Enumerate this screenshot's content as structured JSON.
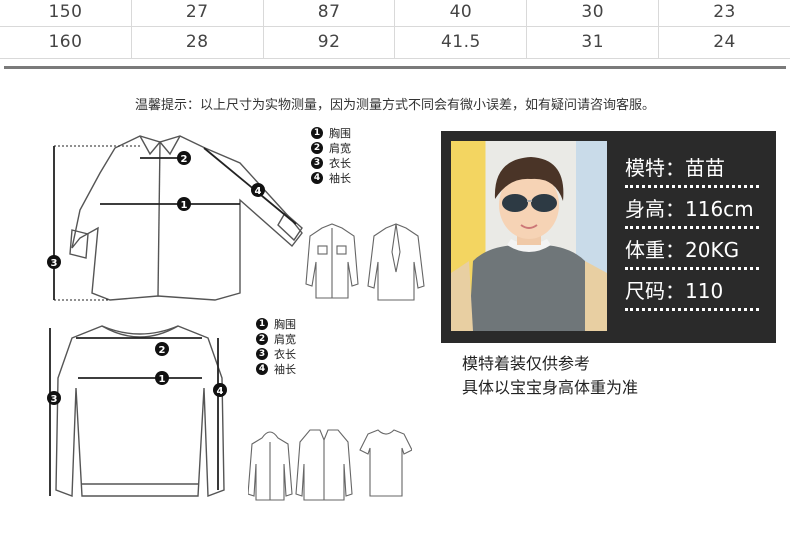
{
  "size_table": {
    "rows": [
      [
        "150",
        "27",
        "87",
        "40",
        "30",
        "23"
      ],
      [
        "160",
        "28",
        "92",
        "41.5",
        "31",
        "24"
      ]
    ]
  },
  "tip": "温馨提示：以上尺寸为实物测量，因为测量方式不同会有微小误差，如有疑问请咨询客服。",
  "legend_top": [
    {
      "num": "1",
      "label": "胸围"
    },
    {
      "num": "2",
      "label": "肩宽"
    },
    {
      "num": "3",
      "label": "衣长"
    },
    {
      "num": "4",
      "label": "袖长"
    }
  ],
  "legend_bottom": [
    {
      "num": "1",
      "label": "胸围"
    },
    {
      "num": "2",
      "label": "肩宽"
    },
    {
      "num": "3",
      "label": "衣长"
    },
    {
      "num": "4",
      "label": "袖长"
    }
  ],
  "model": {
    "name": "模特：苗苗",
    "height": "身高：116cm",
    "weight": "体重：20KG",
    "size": "尺码：110"
  },
  "model_note": {
    "line1": "模特着装仅供参考",
    "line2": "具体以宝宝身高体重为准"
  }
}
